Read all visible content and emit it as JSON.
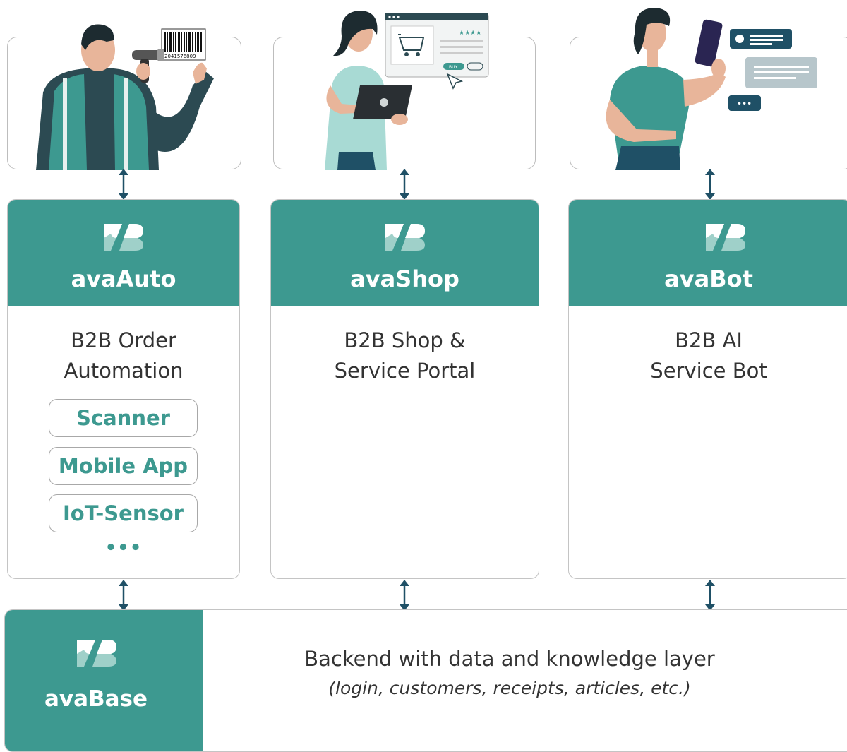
{
  "colors": {
    "teal": "#3d9990",
    "teal_light": "#9fd0c9",
    "arrow": "#1f5066",
    "border": "#c4c4c4",
    "text": "#333333"
  },
  "illustrations": {
    "scanner": {
      "icon": "warehouse-worker-barcode-scanner",
      "barcode_number": "2041576809"
    },
    "shop": {
      "icon": "woman-laptop-online-shop",
      "buy_label": "BUY",
      "rating_stars": "★★★★"
    },
    "bot": {
      "icon": "woman-smartphone-chatbot",
      "typing_indicator": "•••"
    }
  },
  "columns": [
    {
      "name": "avaAuto",
      "desc_line1": "B2B Order",
      "desc_line2": "Automation"
    },
    {
      "name": "avaShop",
      "desc_line1": "B2B Shop &",
      "desc_line2": "Service Portal"
    },
    {
      "name": "avaBot",
      "desc_line1": "B2B AI",
      "desc_line2": "Service Bot"
    }
  ],
  "channels": [
    "Scanner",
    "Mobile App",
    "IoT-Sensor"
  ],
  "channels_more": "•••",
  "backend": {
    "name": "avaBase",
    "title": "Backend with data and knowledge layer",
    "subtitle": "(login, customers, receipts, articles, etc.)"
  }
}
